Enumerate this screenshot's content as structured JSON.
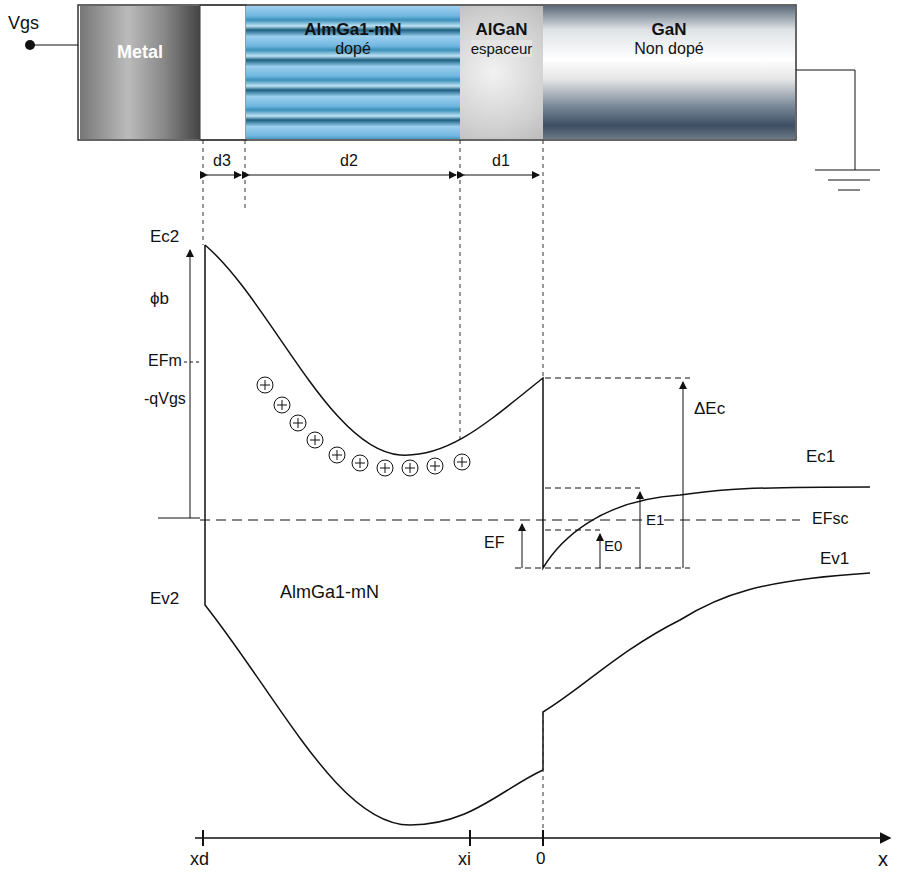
{
  "diagram": {
    "nodes": [
      {
        "text": [
          "Metal"
        ]
      },
      {
        "text": [
          "AlmGa1-mN",
          "dopé"
        ]
      },
      {
        "text": [
          "AlGaN",
          "espaceur"
        ]
      },
      {
        "text": [
          "GaN",
          "Non dopé"
        ]
      }
    ],
    "labels": [
      "Vgs",
      "d3",
      "d2",
      "d1",
      "Ec2",
      "ϕb",
      "EFm",
      "-qVgs",
      "EFsc",
      "EF",
      "E0",
      "E1",
      "ΔEc",
      "Ec1",
      "Ev2",
      "AlmGa1-mN",
      "Ev1",
      "xd",
      "xi",
      "0",
      "x"
    ]
  }
}
